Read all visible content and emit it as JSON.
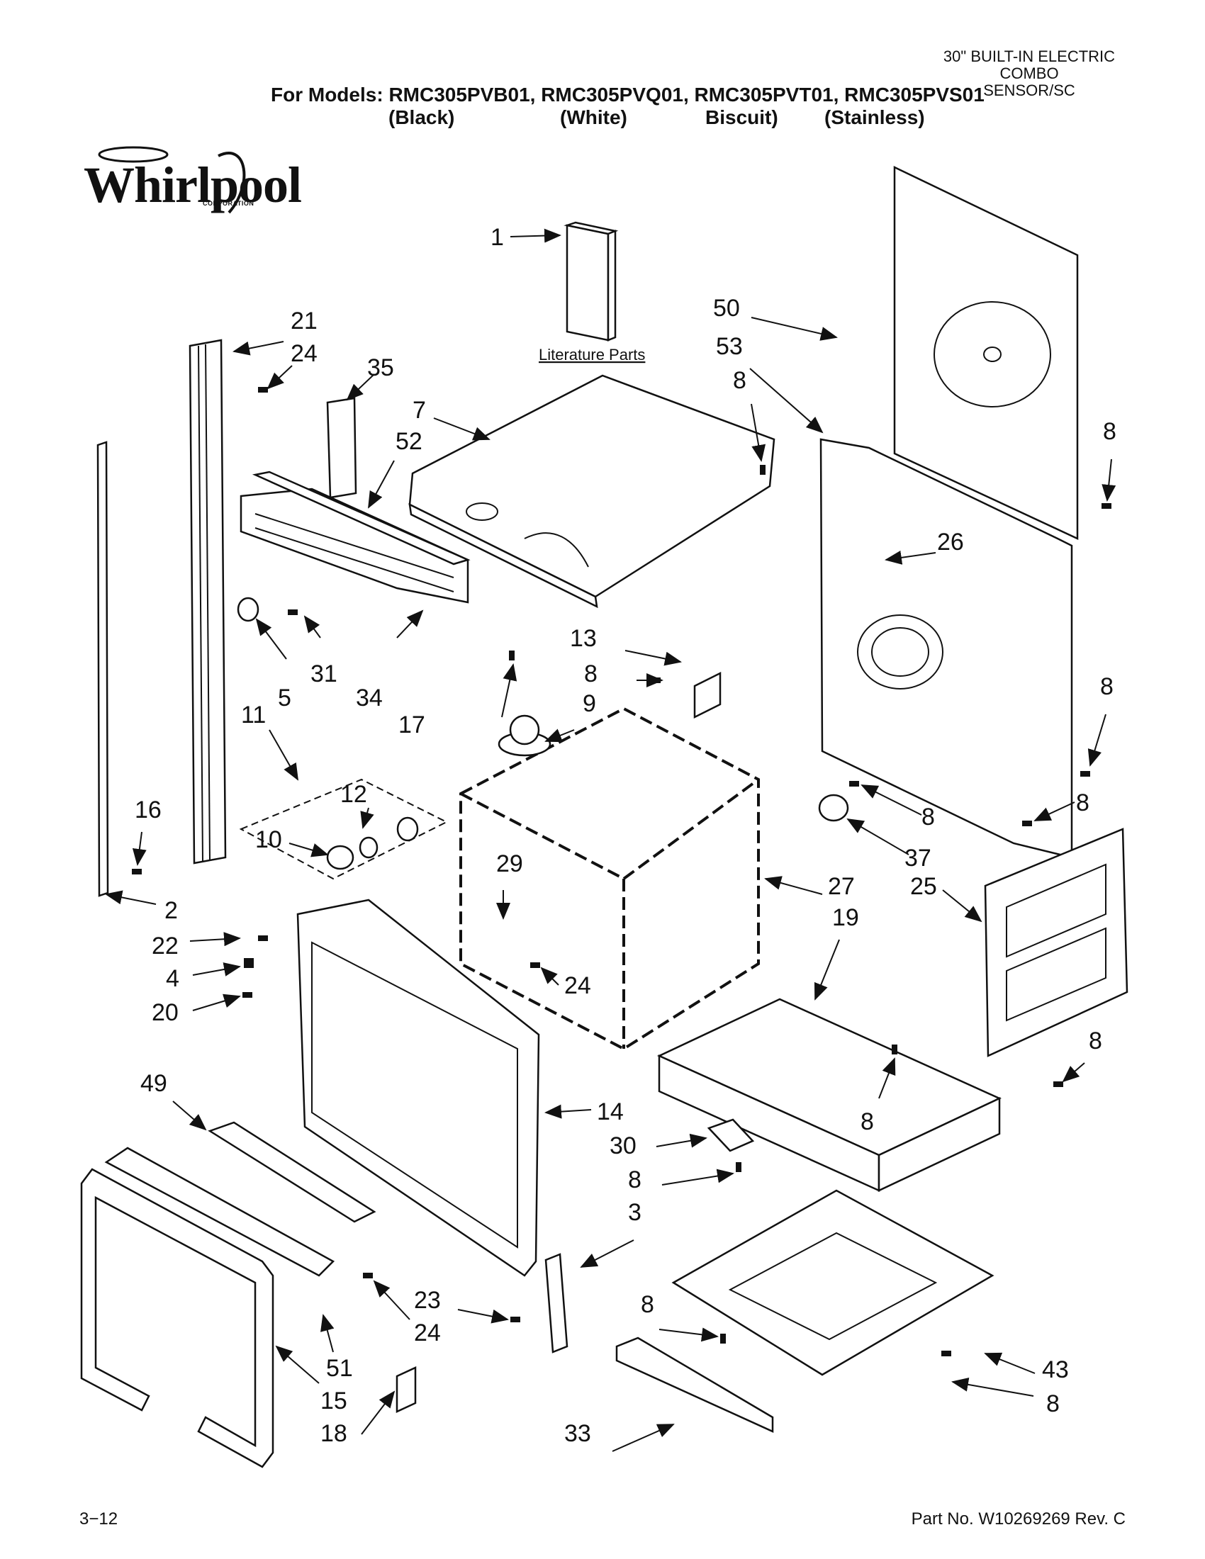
{
  "header": {
    "product_lines": [
      "30\" BUILT-IN ELECTRIC",
      "COMBO",
      "SENSOR/SC"
    ],
    "models_line": "For Models: RMC305PVB01, RMC305PVQ01, RMC305PVT01, RMC305PVS01",
    "colors": [
      "(Black)",
      "(White)",
      "Biscuit)",
      "(Stainless)"
    ]
  },
  "logo": {
    "word": "Whirlpool",
    "sub": "CORPORATION"
  },
  "diagram": {
    "literature_label": "Literature Parts",
    "callouts": {
      "c1": "1",
      "c21": "21",
      "c24a": "24",
      "c35": "35",
      "c7": "7",
      "c52": "52",
      "c50": "50",
      "c53": "53",
      "c8a": "8",
      "c8b": "8",
      "c26": "26",
      "c13": "13",
      "c8c": "8",
      "c5": "5",
      "c31": "31",
      "c34": "34",
      "c17": "17",
      "c9": "9",
      "c11": "11",
      "c8d": "8",
      "c12": "12",
      "c16": "16",
      "c10": "10",
      "c29": "29",
      "c8e": "8",
      "c37": "37",
      "c8f": "8",
      "c27": "27",
      "c25": "25",
      "c19": "19",
      "c2": "2",
      "c22": "22",
      "c4": "4",
      "c24b": "24",
      "c20": "20",
      "c8g": "8",
      "c49": "49",
      "c14": "14",
      "c8h": "8",
      "c30": "30",
      "c8i": "8",
      "c3": "3",
      "c23": "23",
      "c24c": "24",
      "c8j": "8",
      "c51": "51",
      "c43": "43",
      "c8k": "8",
      "c15": "15",
      "c18": "18",
      "c33": "33"
    }
  },
  "footer": {
    "page": "3−12",
    "part_no": "Part No. W10269269 Rev. C"
  }
}
